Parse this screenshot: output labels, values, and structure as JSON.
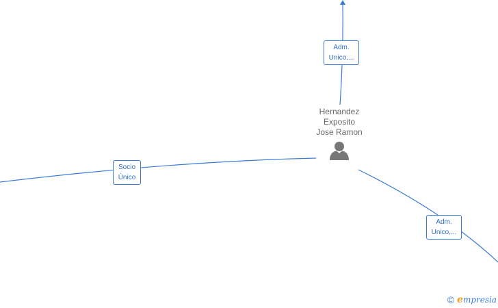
{
  "person": {
    "name_lines": [
      "Hernandez",
      "Exposito",
      "Jose Ramon"
    ],
    "icon": "person-icon"
  },
  "edges": [
    {
      "id": "edge-top",
      "label_lines": [
        "Adm.",
        "Unico,..."
      ]
    },
    {
      "id": "edge-left",
      "label_lines": [
        "Socio",
        "Único"
      ]
    },
    {
      "id": "edge-bottom-right",
      "label_lines": [
        "Adm.",
        "Unico,..."
      ]
    }
  ],
  "footer": {
    "copyright_symbol": "©",
    "brand_initial": "e",
    "brand_rest": "mpresia"
  },
  "colors": {
    "edge": "#3a7bd5",
    "label_text": "#2f6fc9",
    "node_text": "#666666",
    "person_icon": "#777777",
    "brand_accent": "#f0a020"
  }
}
